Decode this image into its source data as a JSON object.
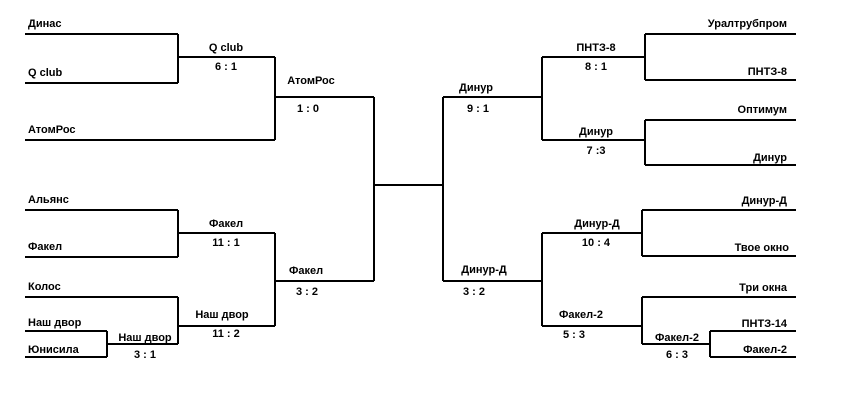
{
  "left": {
    "r1": [
      {
        "team": "Динас"
      },
      {
        "team": "Q club"
      },
      {
        "team": "АтомРос"
      },
      {
        "team": "Альянс"
      },
      {
        "team": "Факел"
      },
      {
        "team": "Колос"
      },
      {
        "team": "Наш двор"
      },
      {
        "team": "Юнисила"
      }
    ],
    "pre": {
      "winner": "Наш двор",
      "score": "3 : 1"
    },
    "r2": [
      {
        "winner": "Q club",
        "score": "6 : 1"
      },
      {
        "winner": "Факел",
        "score": "11 : 1"
      },
      {
        "winner": "Наш двор",
        "score": "11 : 2"
      }
    ],
    "r3": [
      {
        "winner": "АтомРос",
        "score": "1 : 0"
      },
      {
        "winner": "Факел",
        "score": "3 : 2"
      }
    ]
  },
  "right": {
    "r1": [
      {
        "team": "Уралтрубпром"
      },
      {
        "team": "ПНТЗ-8"
      },
      {
        "team": "Оптимум"
      },
      {
        "team": "Динур"
      },
      {
        "team": "Динур-Д"
      },
      {
        "team": "Твое окно"
      },
      {
        "team": "Три окна"
      },
      {
        "team": "ПНТЗ-14"
      },
      {
        "team": "Факел-2"
      }
    ],
    "pre": {
      "winner": "Факел-2",
      "score": "6 : 3"
    },
    "r2": [
      {
        "winner": "ПНТЗ-8",
        "score": "8 : 1"
      },
      {
        "winner": "Динур",
        "score": "7 :3"
      },
      {
        "winner": "Динур-Д",
        "score": "10 : 4"
      },
      {
        "winner": "Факел-2",
        "score": "5 : 3"
      }
    ],
    "r3": [
      {
        "winner": "Динур",
        "score": "9 : 1"
      },
      {
        "winner": "Динур-Д",
        "score": "3 : 2"
      }
    ]
  }
}
